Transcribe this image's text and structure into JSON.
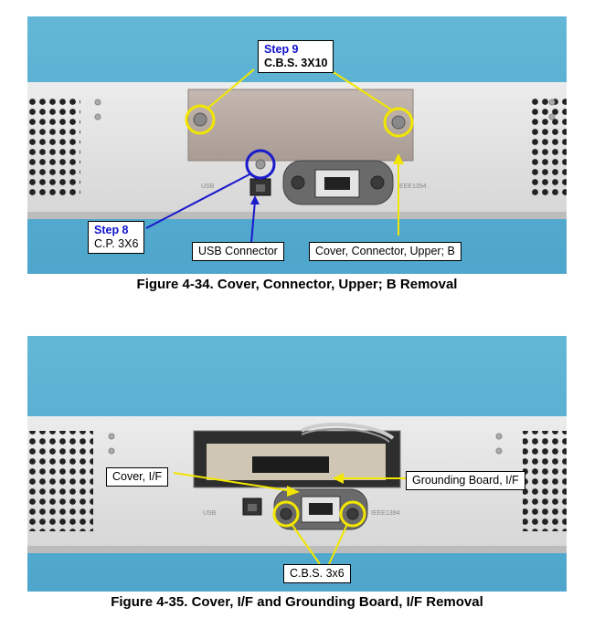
{
  "figure1": {
    "caption": "Figure 4-34. Cover, Connector, Upper; B Removal",
    "callouts": {
      "step9_title": "Step 9",
      "step9_screw": "C.B.S. 3X10",
      "step8_title": "Step 8",
      "step8_screw": "C.P. 3X6",
      "usb": "USB Connector",
      "cover": "Cover, Connector, Upper; B"
    },
    "panel_text": {
      "usb_label": "USB",
      "ieee_label": "IEEE1394"
    }
  },
  "figure2": {
    "caption": "Figure 4-35. Cover, I/F and Grounding Board, I/F Removal",
    "callouts": {
      "cover_if": "Cover, I/F",
      "grounding": "Grounding Board, I/F",
      "screws": "C.B.S. 3x6"
    },
    "panel_text": {
      "usb_label": "USB",
      "ieee_label": "IEEE1394"
    }
  },
  "colors": {
    "sky": "#58aed1",
    "panel": "#e4e4e4",
    "yellow_marker": "#f2e600",
    "blue_marker": "#1a1acc",
    "caption_text": "#000000"
  }
}
